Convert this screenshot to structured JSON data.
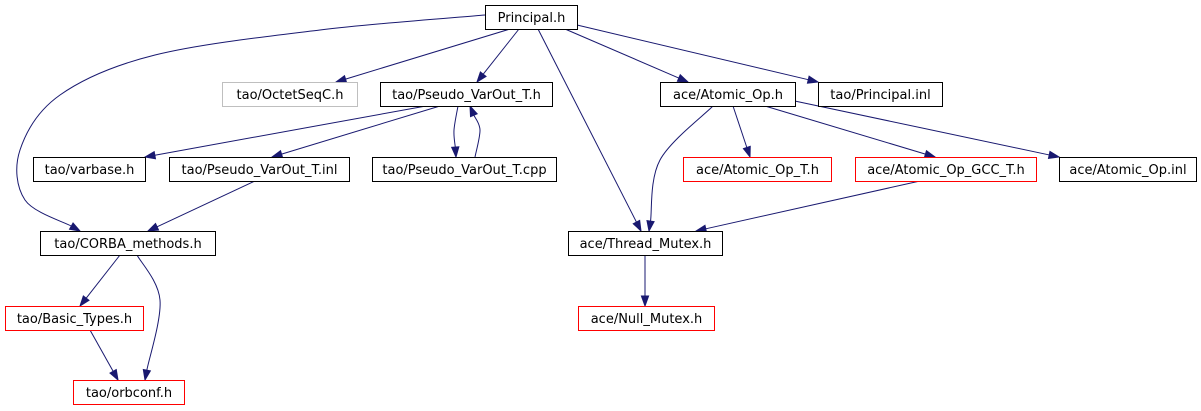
{
  "colors": {
    "edge": "#191970",
    "root_fill": "#bfbfbf",
    "normal_border": "#000000",
    "truncated_border": "#ff0000",
    "undocumented_border": "#bfbfbf"
  },
  "nodes": [
    {
      "id": "principal_h",
      "label": "Principal.h",
      "kind": "root"
    },
    {
      "id": "octetseqc_h",
      "label": "tao/OctetSeqC.h",
      "kind": "undocumented"
    },
    {
      "id": "pseudo_varout_t_h",
      "label": "tao/Pseudo_VarOut_T.h",
      "kind": "normal"
    },
    {
      "id": "atomic_op_h",
      "label": "ace/Atomic_Op.h",
      "kind": "normal"
    },
    {
      "id": "principal_inl",
      "label": "tao/Principal.inl",
      "kind": "normal"
    },
    {
      "id": "varbase_h",
      "label": "tao/varbase.h",
      "kind": "normal"
    },
    {
      "id": "pseudo_varout_t_inl",
      "label": "tao/Pseudo_VarOut_T.inl",
      "kind": "normal"
    },
    {
      "id": "pseudo_varout_t_cpp",
      "label": "tao/Pseudo_VarOut_T.cpp",
      "kind": "normal"
    },
    {
      "id": "atomic_op_t_h",
      "label": "ace/Atomic_Op_T.h",
      "kind": "truncated"
    },
    {
      "id": "atomic_op_gcc_t_h",
      "label": "ace/Atomic_Op_GCC_T.h",
      "kind": "truncated"
    },
    {
      "id": "atomic_op_inl",
      "label": "ace/Atomic_Op.inl",
      "kind": "normal"
    },
    {
      "id": "corba_methods_h",
      "label": "tao/CORBA_methods.h",
      "kind": "normal"
    },
    {
      "id": "thread_mutex_h",
      "label": "ace/Thread_Mutex.h",
      "kind": "normal"
    },
    {
      "id": "basic_types_h",
      "label": "tao/Basic_Types.h",
      "kind": "truncated"
    },
    {
      "id": "null_mutex_h",
      "label": "ace/Null_Mutex.h",
      "kind": "truncated"
    },
    {
      "id": "orbconf_h",
      "label": "tao/orbconf.h",
      "kind": "truncated"
    }
  ],
  "edges": [
    {
      "from": "principal_h",
      "to": "octetseqc_h"
    },
    {
      "from": "principal_h",
      "to": "pseudo_varout_t_h"
    },
    {
      "from": "principal_h",
      "to": "atomic_op_h"
    },
    {
      "from": "principal_h",
      "to": "principal_inl"
    },
    {
      "from": "principal_h",
      "to": "thread_mutex_h"
    },
    {
      "from": "principal_h",
      "to": "corba_methods_h"
    },
    {
      "from": "pseudo_varout_t_h",
      "to": "varbase_h"
    },
    {
      "from": "pseudo_varout_t_h",
      "to": "pseudo_varout_t_inl"
    },
    {
      "from": "pseudo_varout_t_h",
      "to": "pseudo_varout_t_cpp"
    },
    {
      "from": "pseudo_varout_t_cpp",
      "to": "pseudo_varout_t_h"
    },
    {
      "from": "pseudo_varout_t_inl",
      "to": "corba_methods_h"
    },
    {
      "from": "atomic_op_h",
      "to": "atomic_op_t_h"
    },
    {
      "from": "atomic_op_h",
      "to": "atomic_op_gcc_t_h"
    },
    {
      "from": "atomic_op_h",
      "to": "atomic_op_inl"
    },
    {
      "from": "atomic_op_h",
      "to": "thread_mutex_h"
    },
    {
      "from": "atomic_op_gcc_t_h",
      "to": "thread_mutex_h"
    },
    {
      "from": "corba_methods_h",
      "to": "basic_types_h"
    },
    {
      "from": "corba_methods_h",
      "to": "orbconf_h"
    },
    {
      "from": "basic_types_h",
      "to": "orbconf_h"
    },
    {
      "from": "thread_mutex_h",
      "to": "null_mutex_h"
    }
  ]
}
